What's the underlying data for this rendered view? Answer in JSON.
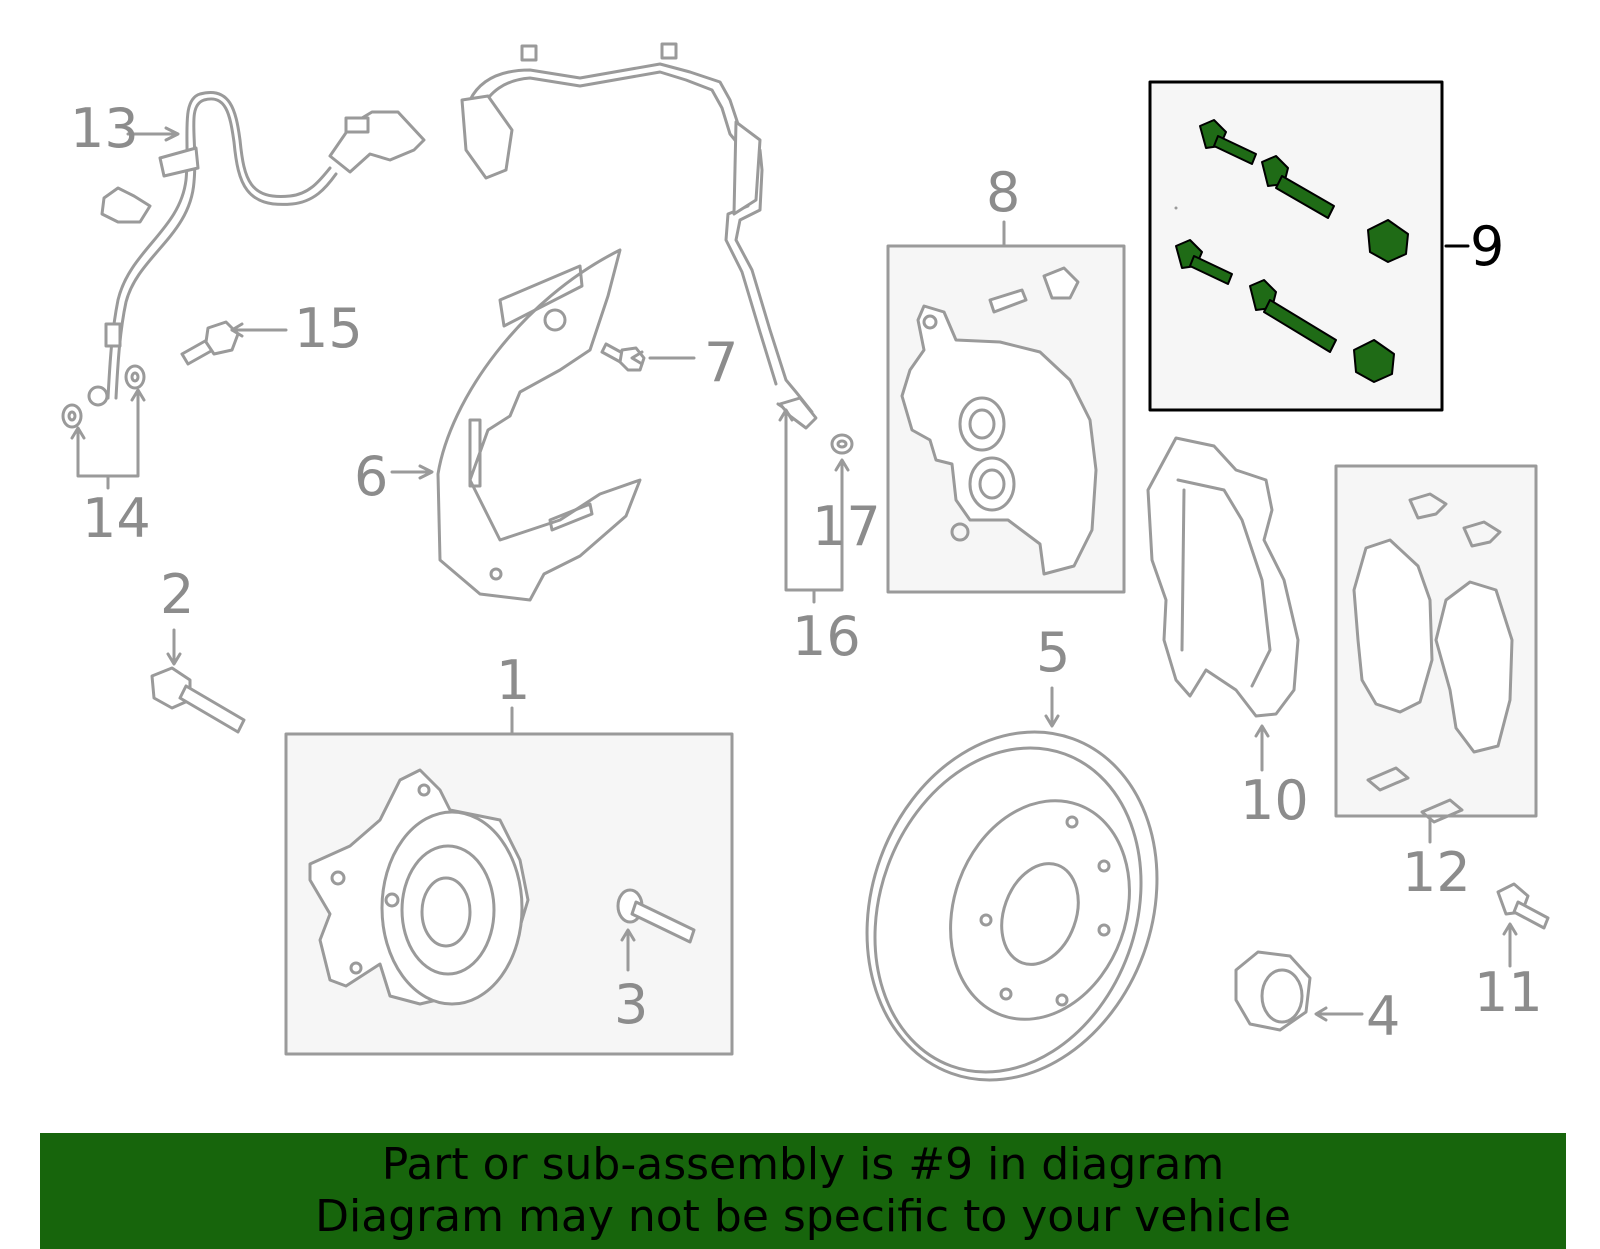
{
  "diagram": {
    "callouts": [
      "1",
      "2",
      "3",
      "4",
      "5",
      "6",
      "7",
      "8",
      "9",
      "10",
      "11",
      "12",
      "13",
      "14",
      "15",
      "16",
      "17"
    ],
    "highlighted_callout": "9",
    "colors": {
      "part_line": "#9a9a9a",
      "part_fill": "#ffffff",
      "group_box_fill": "#f6f6f6",
      "highlight_part": "#1f6b16",
      "highlight_box": "#000000"
    }
  },
  "banner": {
    "line1": "Part or sub-assembly is #9 in diagram",
    "line2": "Diagram may not be specific to your vehicle",
    "color": "#17650c"
  }
}
